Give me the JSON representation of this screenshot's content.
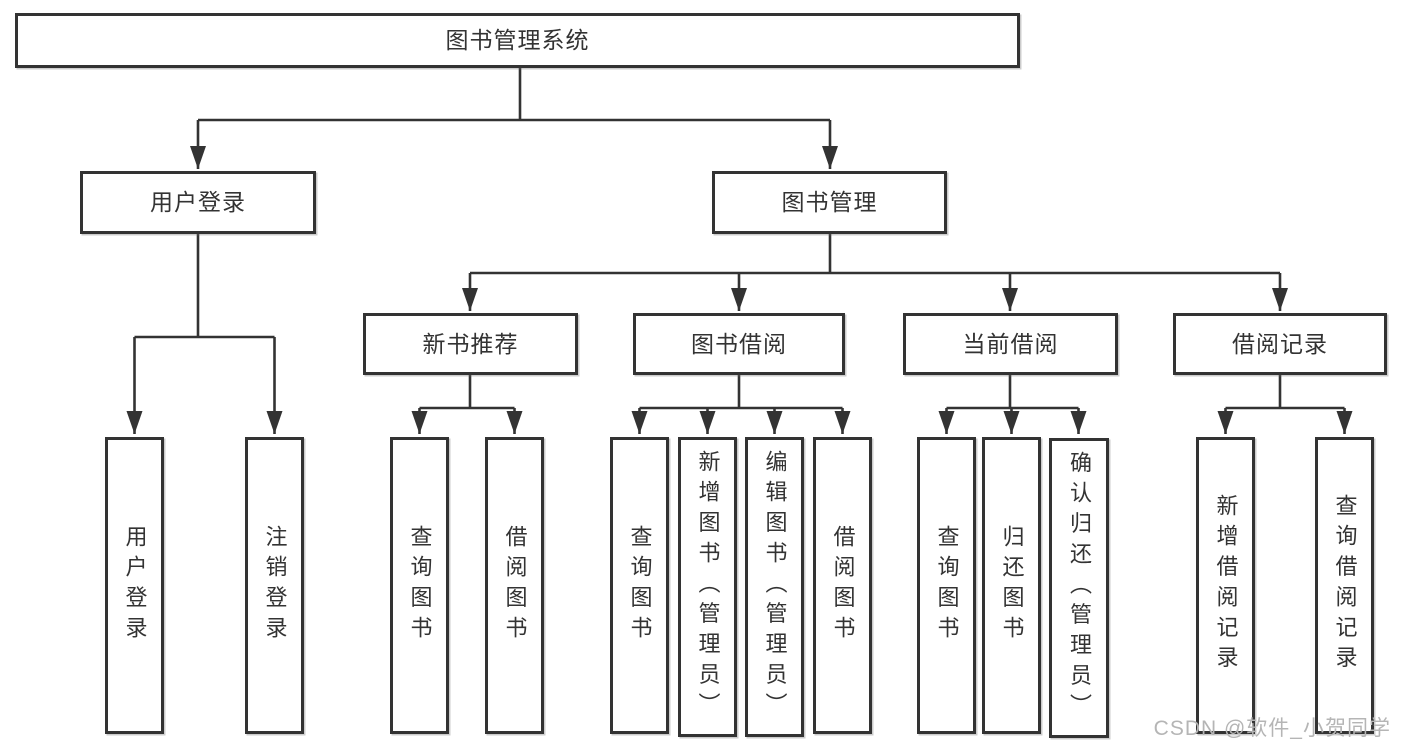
{
  "diagram": {
    "type": "tree",
    "root": "图书管理系统",
    "branches": [
      {
        "label": "用户登录",
        "children": [
          "用户登录",
          "注销登录"
        ]
      },
      {
        "label": "图书管理",
        "sections": [
          {
            "label": "新书推荐",
            "children": [
              "查询图书",
              "借阅图书"
            ]
          },
          {
            "label": "图书借阅",
            "children": [
              "查询图书",
              "新增图书（管理员）",
              "编辑图书（管理员）",
              "借阅图书"
            ]
          },
          {
            "label": "当前借阅",
            "children": [
              "查询图书",
              "归还图书",
              "确认归还（管理员）"
            ]
          },
          {
            "label": "借阅记录",
            "children": [
              "新增借阅记录",
              "查询借阅记录"
            ]
          }
        ]
      }
    ]
  },
  "watermark": {
    "text": "CSDN @软件_小贺同学"
  },
  "colors": {
    "line": "#333333",
    "text": "#333333",
    "watermark": "#b5b5b5",
    "background": "#ffffff"
  }
}
